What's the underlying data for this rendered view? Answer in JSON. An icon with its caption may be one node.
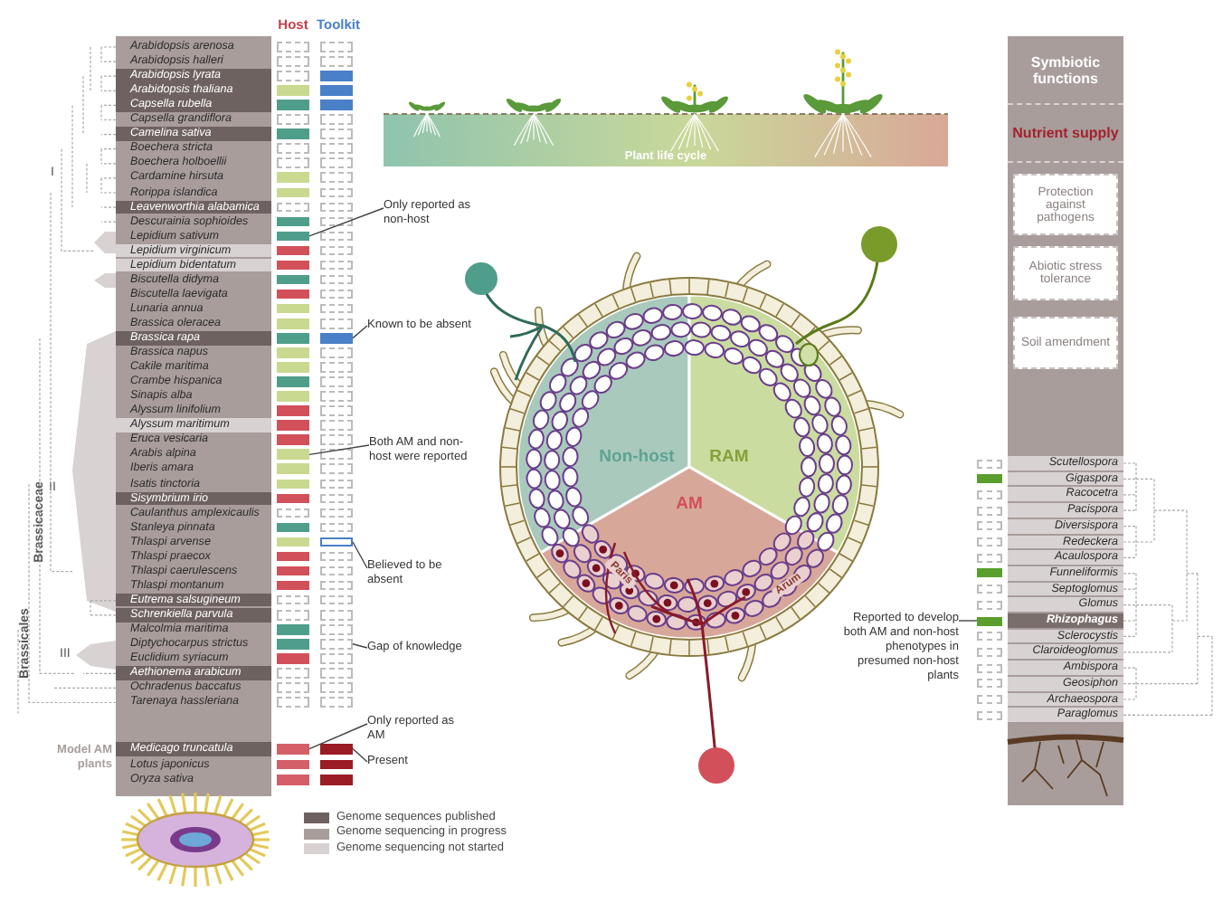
{
  "diagram": {
    "nodes": [
      {
        "text": [
          "Plant life cycle"
        ]
      },
      {
        "text": [
          "Symbiotic functions"
        ]
      },
      {
        "text": [
          "Nutrient supply"
        ]
      },
      {
        "text": [
          "Protection against pathogens"
        ]
      },
      {
        "text": [
          "Abiotic stress tolerance"
        ]
      },
      {
        "text": [
          "Soil amendment"
        ]
      },
      {
        "text": [
          "Non-host"
        ]
      },
      {
        "text": [
          "RAM"
        ]
      },
      {
        "text": [
          "AM",
          "Paris",
          "Arum"
        ]
      },
      {
        "text": [
          "Only reported as non-host"
        ]
      },
      {
        "text": [
          "Known to be absent"
        ]
      },
      {
        "text": [
          "Both AM and non-host were reported"
        ]
      },
      {
        "text": [
          "Believed to be absent"
        ]
      },
      {
        "text": [
          "Gap of knowledge"
        ]
      },
      {
        "text": [
          "Only reported as AM"
        ]
      },
      {
        "text": [
          "Present"
        ]
      },
      {
        "text": [
          "Reported to develop both AM and non-host phenotypes in presumed non-host plants"
        ]
      },
      {
        "text": [],
        "shape": "bar"
      },
      {
        "text": [],
        "shape": "bar"
      },
      {
        "text": [],
        "shape": "bar"
      },
      {
        "text": [],
        "shape": "bar"
      },
      {
        "text": [],
        "shape": "bar"
      },
      {
        "text": [],
        "shape": "bar"
      },
      {
        "text": [],
        "shape": "bar"
      },
      {
        "text": [],
        "shape": "bar"
      }
    ],
    "edges": [
      {
        "from": 9,
        "to": 17,
        "arrow": "none"
      },
      {
        "from": 10,
        "to": 18,
        "arrow": "none"
      },
      {
        "from": 11,
        "to": 19,
        "arrow": "none"
      },
      {
        "from": 12,
        "to": 20,
        "arrow": "none"
      },
      {
        "from": 13,
        "to": 21,
        "arrow": "none"
      },
      {
        "from": 14,
        "to": 22,
        "arrow": "none"
      },
      {
        "from": 15,
        "to": 23,
        "arrow": "none"
      },
      {
        "from": 16,
        "to": 24,
        "arrow": "none"
      }
    ],
    "labels": [
      "Host",
      "Toolkit",
      "Arabidopsis arenosa",
      "Arabidopsis halleri",
      "Arabidopsis lyrata",
      "Arabidopsis thaliana",
      "Capsella rubella",
      "Capsella grandiflora",
      "Camelina sativa",
      "Boechera stricta",
      "Boechera holboellii",
      "Cardamine hirsuta",
      "Rorippa islandica",
      "Leavenworthia alabamica",
      "Descurainia sophioides",
      "Lepidium sativum",
      "Lepidium virginicum",
      "Lepidium bidentatum",
      "Biscutella didyma",
      "Biscutella laevigata",
      "Lunaria annua",
      "Brassica oleracea",
      "Brassica rapa",
      "Brassica napus",
      "Cakile maritima",
      "Crambe hispanica",
      "Sinapis alba",
      "Alyssum linifolium",
      "Alyssum maritimum",
      "Eruca vesicaria",
      "Arabis alpina",
      "Iberis amara",
      "Isatis tinctoria",
      "Sisymbrium irio",
      "Caulanthus amplexicaulis",
      "Stanleya pinnata",
      "Thlaspi arvense",
      "Thlaspi praecox",
      "Thlaspi caerulescens",
      "Thlaspi montanum",
      "Eutrema salsugineum",
      "Schrenkiella parvula",
      "Malcolmia maritima",
      "Diptychocarpus strictus",
      "Euclidium syriacum",
      "Aethionema arabicum",
      "Ochradenus baccatus",
      "Tarenaya hassleriana",
      "Model AM plants",
      "Medicago truncatula",
      "Lotus japonicus",
      "Oryza sativa",
      "I",
      "II",
      "III",
      "Brassicaceae",
      "Brassicales",
      "Scutellospora",
      "Gigaspora",
      "Racocetra",
      "Pacispora",
      "Diversispora",
      "Redeckera",
      "Acaulospora",
      "Funneliformis",
      "Septoglomus",
      "Glomus",
      "Rhizophagus",
      "Sclerocystis",
      "Claroideoglomus",
      "Ambispora",
      "Geosiphon",
      "Archaeospora",
      "Paraglomus"
    ],
    "legend": [
      {
        "text": "Genome sequences published",
        "color": "#6e6260"
      },
      {
        "text": "Genome sequencing in progress",
        "color": "#a89d9b"
      },
      {
        "text": "Genome sequencing not started",
        "color": "#d8d3d2"
      }
    ]
  }
}
